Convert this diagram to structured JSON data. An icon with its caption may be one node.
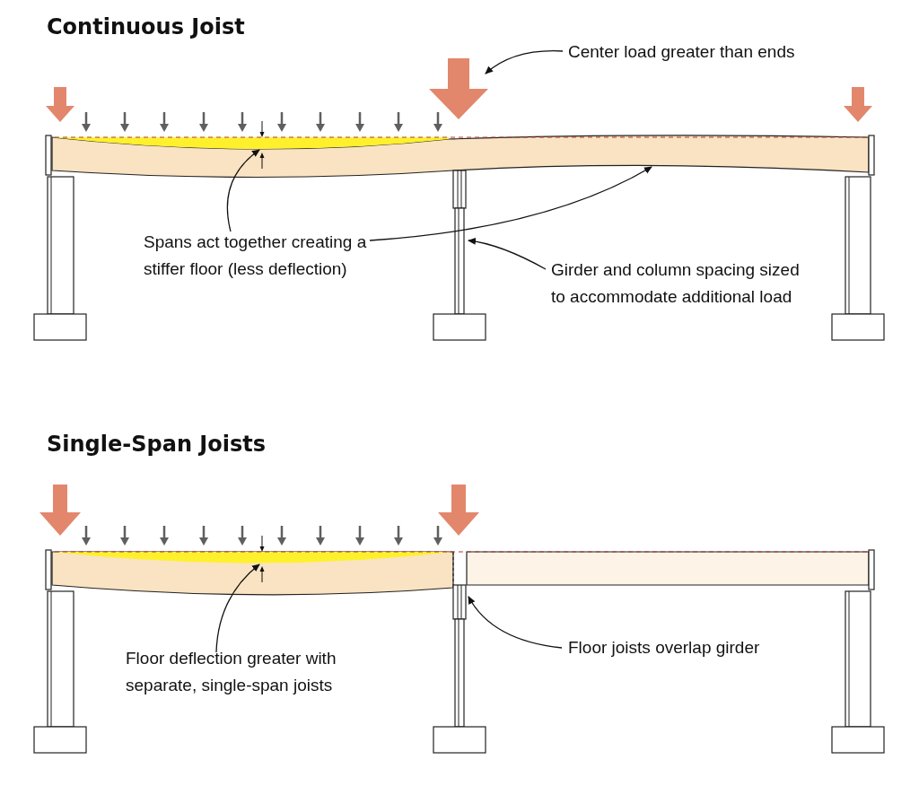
{
  "diagram": {
    "nodes": [
      {
        "text": [
          "Center load greater than ends"
        ]
      },
      {
        "text": [],
        "shape": "arrow"
      },
      {
        "text": [
          "Spans act together creating a stiffer floor (less deflection)"
        ]
      },
      {
        "text": [],
        "shape": "box"
      },
      {
        "text": [],
        "shape": "bar"
      },
      {
        "text": [
          "Girder and column spacing sized to accommodate additional load"
        ]
      },
      {
        "text": [],
        "shape": "bar"
      },
      {
        "text": [
          "Floor deflection greater with separate, single-span joists"
        ]
      },
      {
        "text": [],
        "shape": "box"
      },
      {
        "text": [
          "Floor joists overlap girder"
        ]
      },
      {
        "text": [],
        "shape": "box"
      }
    ],
    "edges": [
      {
        "from": 0,
        "to": 1,
        "arrow": "to"
      },
      {
        "from": 2,
        "to": 3,
        "arrow": "to"
      },
      {
        "from": 2,
        "to": 4,
        "arrow": "to"
      },
      {
        "from": 5,
        "to": 6,
        "arrow": "to"
      },
      {
        "from": 7,
        "to": 8,
        "arrow": "to"
      },
      {
        "from": 9,
        "to": 10,
        "arrow": "to"
      }
    ],
    "labels": [
      "Continuous Joist",
      "Single-Span Joists"
    ]
  }
}
